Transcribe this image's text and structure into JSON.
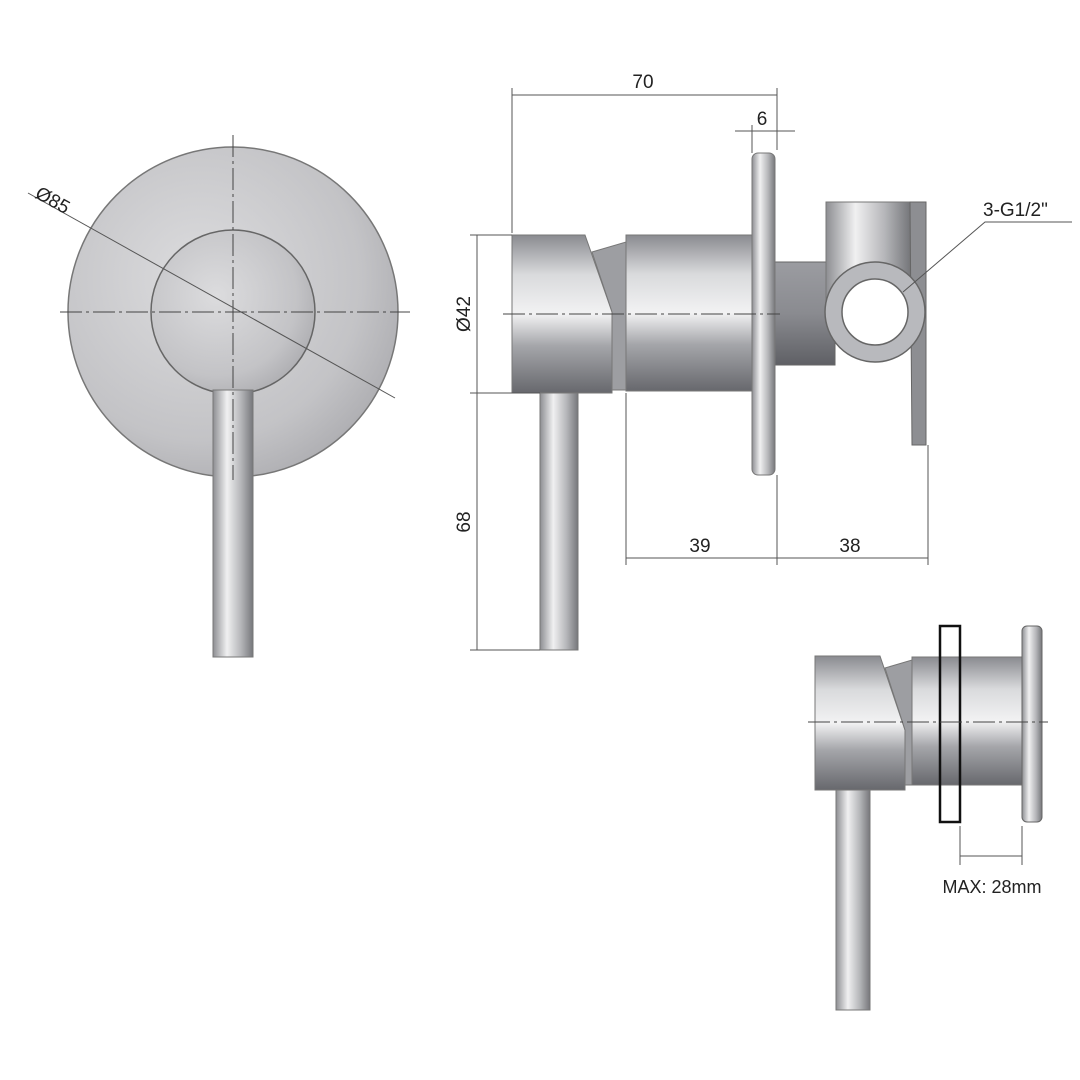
{
  "dimensions": {
    "diameter_plate": "Ø85",
    "length_total": "70",
    "flange_thickness": "6",
    "diameter_handle": "Ø42",
    "lever_length": "68",
    "depth_front": "39",
    "depth_back": "38",
    "thread_label": "3-G1/2\"",
    "max_wall": "MAX: 28mm"
  },
  "colors": {
    "metal_light": "#e4e4e6",
    "metal_mid": "#a9aaae",
    "metal_dark": "#6e6f74",
    "line": "#555555"
  }
}
